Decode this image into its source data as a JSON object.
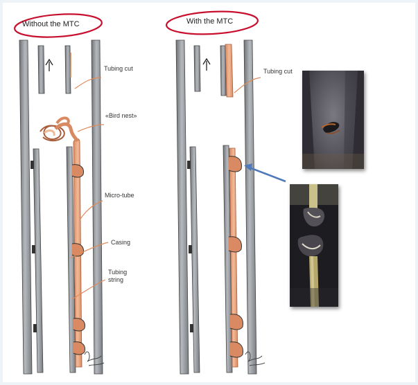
{
  "left_panel": {
    "title": "Without the MTC",
    "labels": {
      "tubing_cut": "Tubing cut",
      "bird_nest": "«Bird nest»",
      "micro_tube": "Micro-tube",
      "casing": "Casing",
      "tubing_string": "Tubing\nstring"
    }
  },
  "right_panel": {
    "title": "With the MTC",
    "labels": {
      "tubing_cut": "Tubing cut"
    }
  },
  "colors": {
    "casing": "#8e9296",
    "micro_tube": "#e8a27c",
    "annotation_line": "#e08a58",
    "title_circle": "#c8102e",
    "arrow": "#4f79b8"
  },
  "icons": [
    "upward-arrow-icon",
    "signature-mark",
    "tubing-cut-photo",
    "severed-micro-tube-photo"
  ]
}
